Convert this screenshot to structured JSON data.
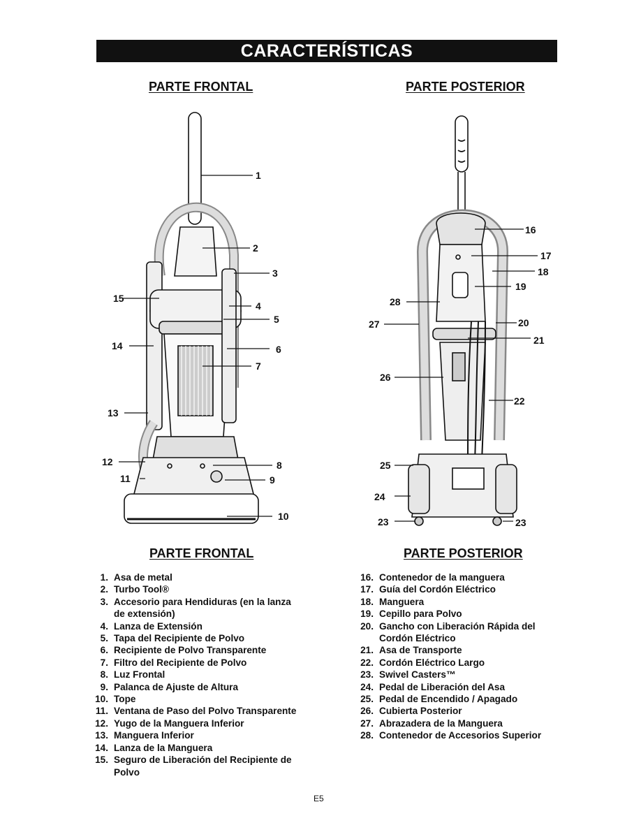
{
  "page_title": "CARACTERÍSTICAS",
  "front": {
    "top_heading": "PARTE FRONTAL",
    "bottom_heading": "PARTE FRONTAL",
    "callouts": [
      "1",
      "2",
      "3",
      "4",
      "5",
      "6",
      "7",
      "8",
      "9",
      "10",
      "11",
      "12",
      "13",
      "14",
      "15"
    ],
    "items": [
      {
        "num": "1.",
        "text": "Asa de metal"
      },
      {
        "num": "2.",
        "text": "Turbo Tool®"
      },
      {
        "num": "3.",
        "text": "Accesorio para Hendiduras (en la lanza de extensión)"
      },
      {
        "num": "4.",
        "text": "Lanza de Extensión"
      },
      {
        "num": "5.",
        "text": "Tapa del Recipiente de Polvo"
      },
      {
        "num": "6.",
        "text": "Recipiente de Polvo Transparente"
      },
      {
        "num": "7.",
        "text": "Filtro del Recipiente de Polvo"
      },
      {
        "num": "8.",
        "text": "Luz Frontal"
      },
      {
        "num": "9.",
        "text": "Palanca de Ajuste de Altura"
      },
      {
        "num": "10.",
        "text": "Tope"
      },
      {
        "num": "11.",
        "text": "Ventana de Paso del Polvo Transparente"
      },
      {
        "num": "12.",
        "text": "Yugo de la Manguera Inferior"
      },
      {
        "num": "13.",
        "text": "Manguera Inferior"
      },
      {
        "num": "14.",
        "text": "Lanza de la Manguera"
      },
      {
        "num": "15.",
        "text": "Seguro de Liberación del Recipiente de Polvo"
      }
    ]
  },
  "back": {
    "top_heading": "PARTE POSTERIOR",
    "bottom_heading": "PARTE POSTERIOR",
    "callouts": [
      "16",
      "17",
      "18",
      "19",
      "20",
      "21",
      "22",
      "23",
      "24",
      "25",
      "26",
      "27",
      "28",
      "23"
    ],
    "items": [
      {
        "num": "16.",
        "text": "Contenedor de la manguera"
      },
      {
        "num": "17.",
        "text": "Guía del Cordón Eléctrico"
      },
      {
        "num": "18.",
        "text": "Manguera"
      },
      {
        "num": "19.",
        "text": "Cepillo para Polvo"
      },
      {
        "num": "20.",
        "text": "Gancho con Liberación Rápida del Cordón Eléctrico"
      },
      {
        "num": "21.",
        "text": "Asa de Transporte"
      },
      {
        "num": "22.",
        "text": "Cordón Eléctrico Largo"
      },
      {
        "num": "23.",
        "text": "Swivel Casters™"
      },
      {
        "num": "24.",
        "text": "Pedal de Liberación del Asa"
      },
      {
        "num": "25.",
        "text": "Pedal de Encendido / Apagado"
      },
      {
        "num": "26.",
        "text": "Cubierta Posterior"
      },
      {
        "num": "27.",
        "text": "Abrazadera de la Manguera"
      },
      {
        "num": "28.",
        "text": "Contenedor de Accesorios Superior"
      }
    ]
  },
  "page_number": "E5"
}
